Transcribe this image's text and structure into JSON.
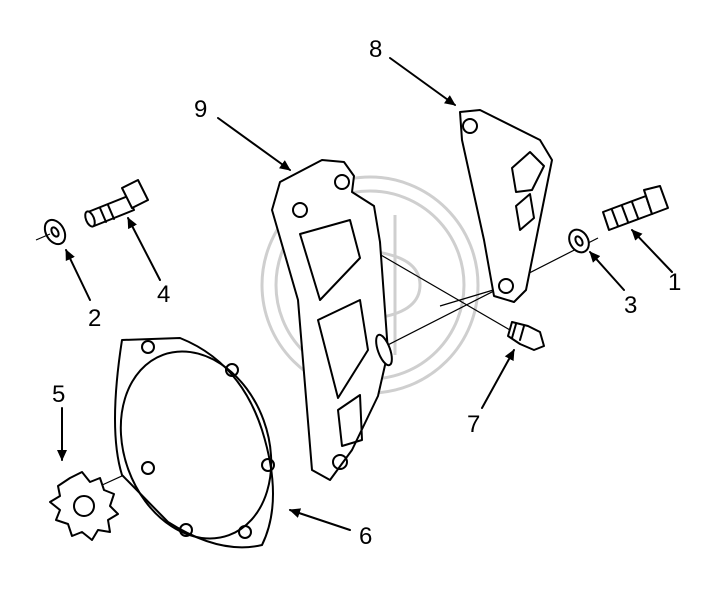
{
  "diagram": {
    "labels": {
      "p1": "1",
      "p2": "2",
      "p3": "3",
      "p4": "4",
      "p5": "5",
      "p6": "6",
      "p7": "7",
      "p8": "8",
      "p9": "9"
    }
  }
}
